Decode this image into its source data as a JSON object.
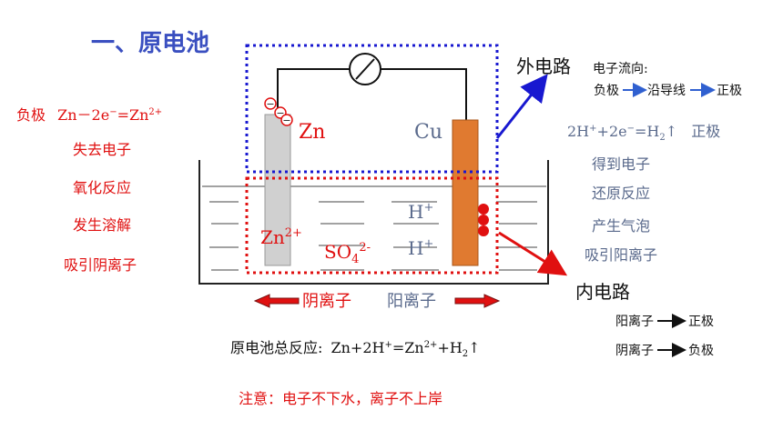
{
  "title": "一、原电池",
  "left": {
    "equation_prefix": "负极",
    "equation_main": "Zn－2e",
    "equation_minus": "−",
    "equation_eq": "=Zn",
    "equation_sup": "2+",
    "items": [
      "失去电子",
      "氧化反应",
      "发生溶解",
      "吸引阴离子"
    ]
  },
  "right": {
    "eq_a": "2H",
    "eq_a_sup": "+",
    "eq_b": "+2e",
    "eq_b_sup": "−",
    "eq_c": "=H",
    "eq_c_sub": "2",
    "eq_d": "↑",
    "eq_suffix": "正极",
    "items": [
      "得到电子",
      "还原反应",
      "产生气泡",
      "吸引阳离子"
    ]
  },
  "cell": {
    "zn_label": "Zn",
    "cu_label": "Cu",
    "zn_ion": "Zn",
    "zn_ion_sup": "2+",
    "so4": "SO",
    "so4_sub": "4",
    "so4_sup": "2-",
    "h_ion": "H",
    "h_ion_sup": "+",
    "electron_sign": "−"
  },
  "external": {
    "label": "外电路",
    "flow_title": "电子流向:",
    "flow_from": "负极",
    "flow_mid": "沿导线",
    "flow_to": "正极"
  },
  "internal": {
    "label": "内电路",
    "cation": "阳离子",
    "cation_to": "正极",
    "anion": "阴离子",
    "anion_to": "负极"
  },
  "ion_move": {
    "anion": "阴离子",
    "cation": "阳离子"
  },
  "total": {
    "prefix": "原电池总反应:",
    "a": "Zn+2H",
    "a_sup": "+",
    "b": "=Zn",
    "b_sup": "2+",
    "c": "+H",
    "c_sub": "2",
    "d": "↑"
  },
  "note": "注意：电子不下水，离子不上岸",
  "colors": {
    "title": "#3a4fc0",
    "red": "#e01010",
    "slate": "#5a6a8c",
    "blue_dash": "#1818d0",
    "copper": "#e07a30",
    "zinc": "#d0d0d0"
  }
}
